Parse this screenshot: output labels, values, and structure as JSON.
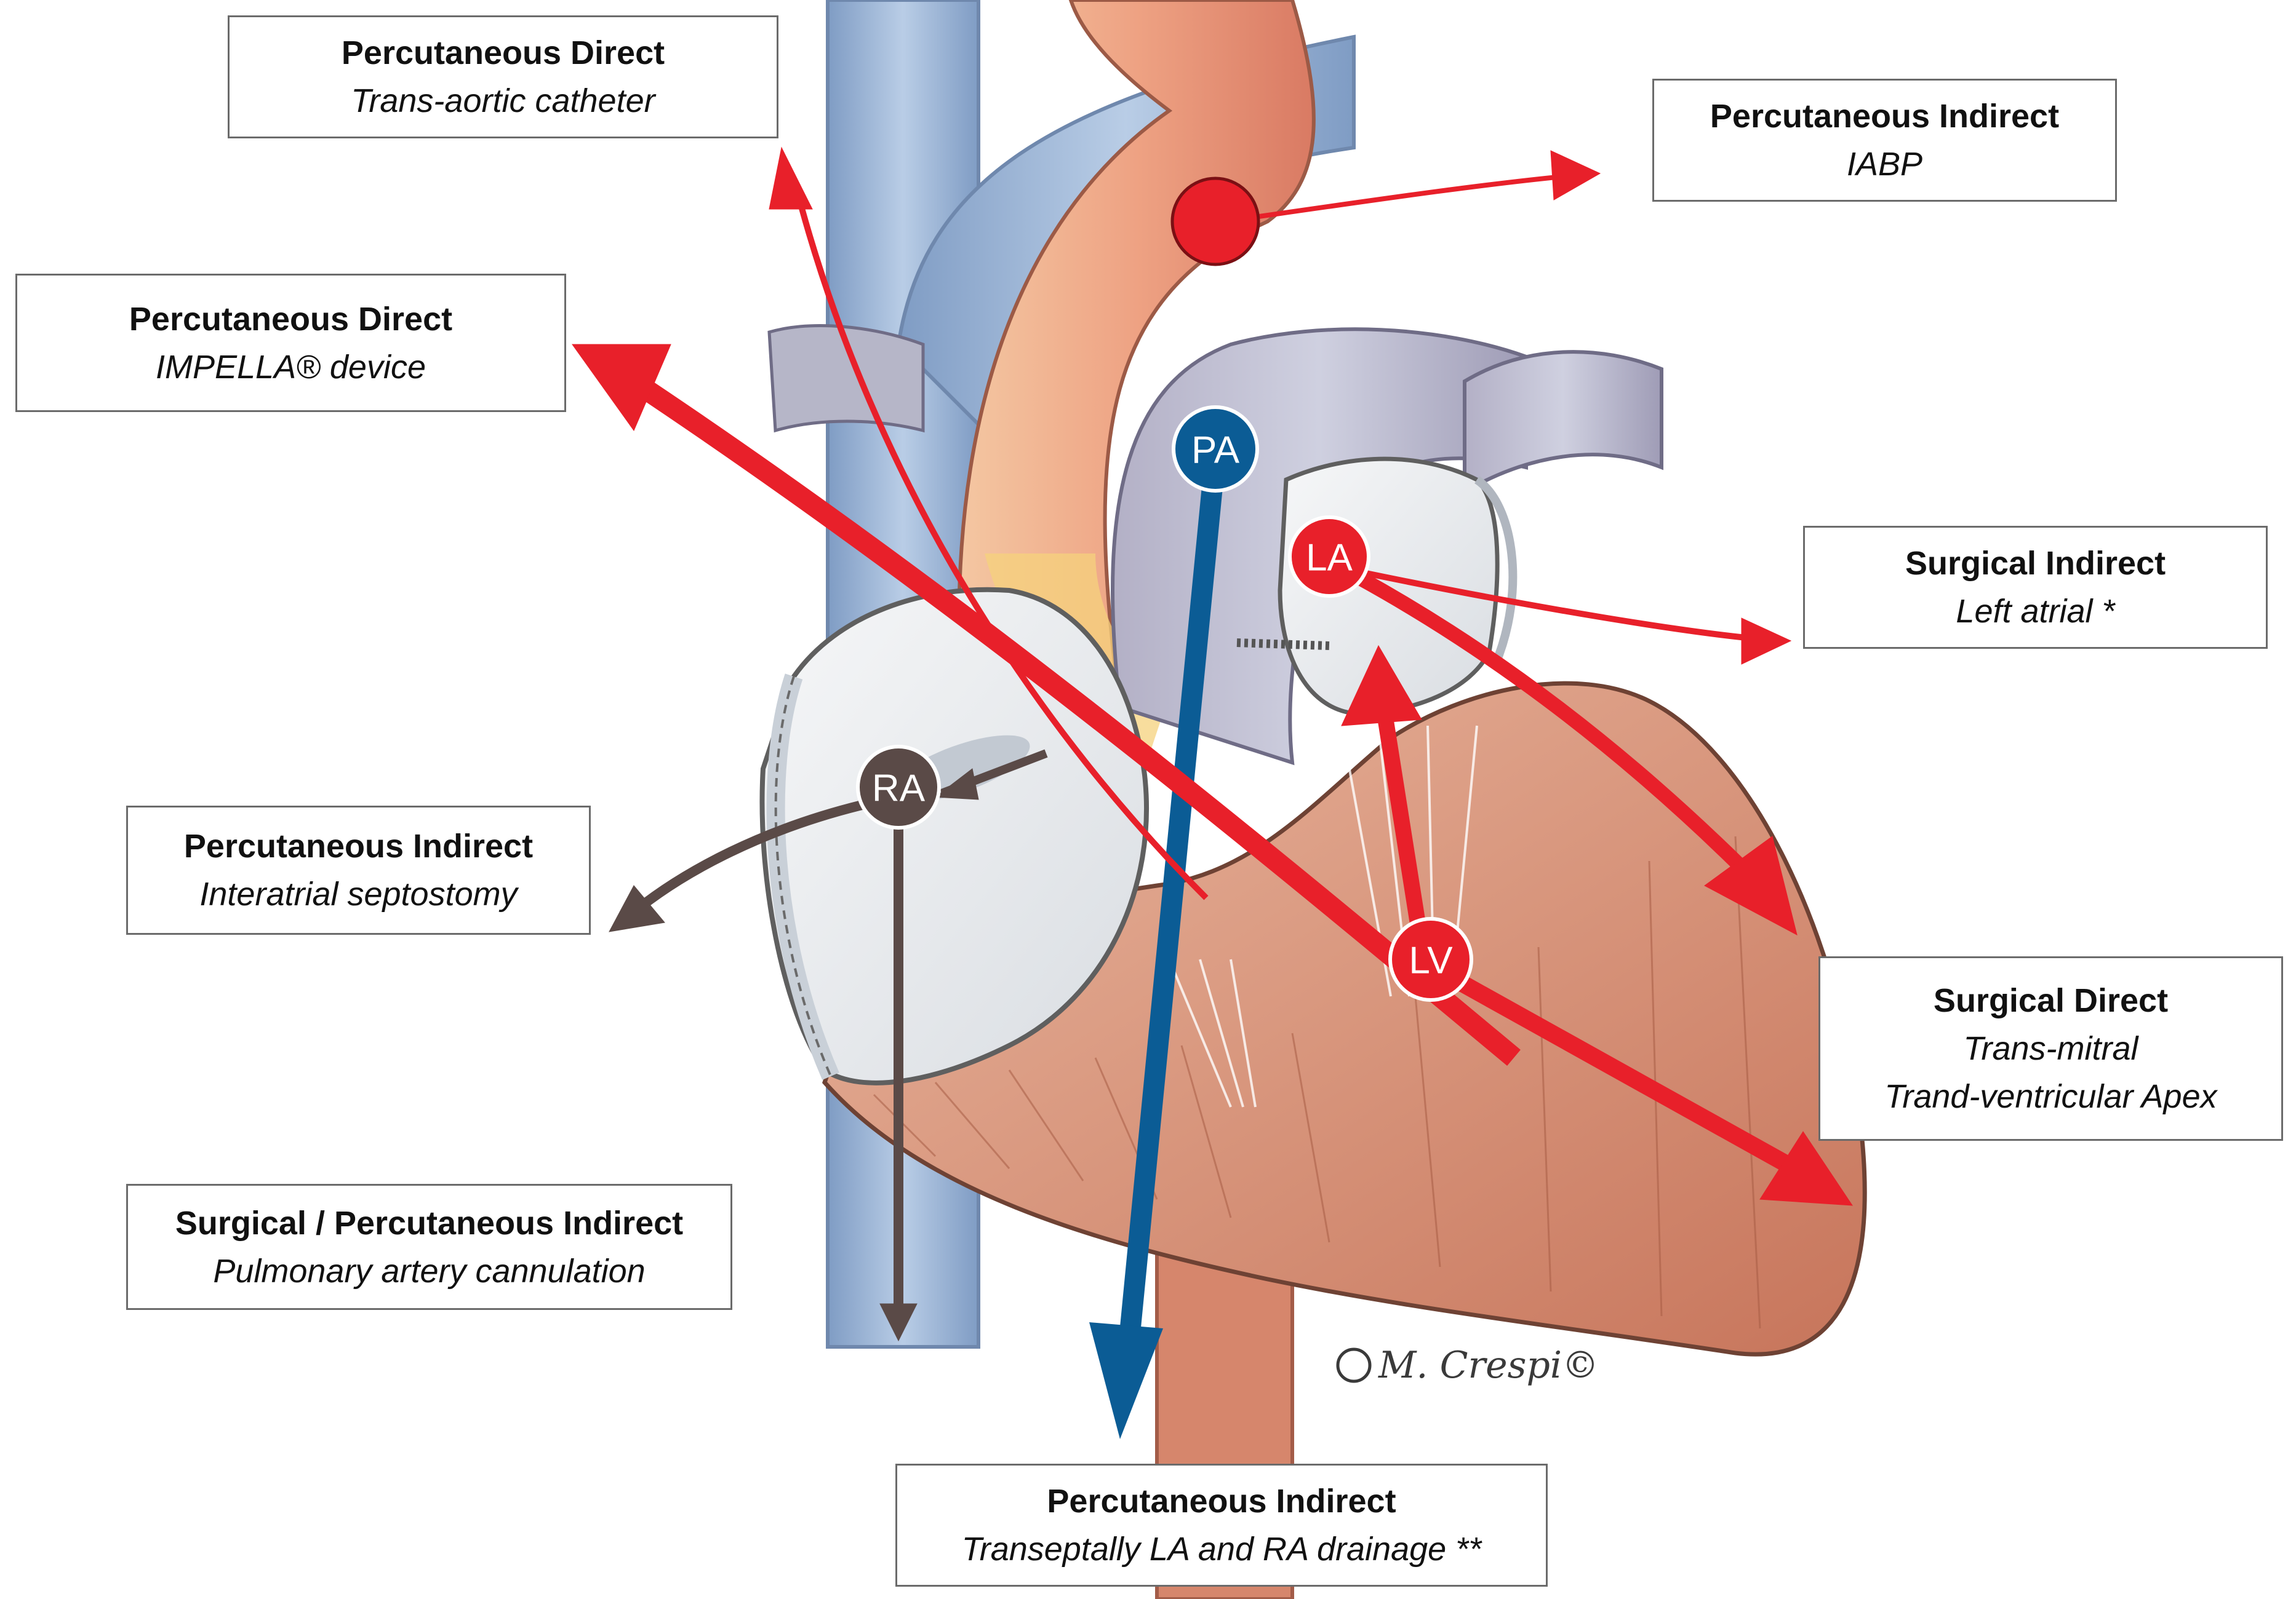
{
  "labels": {
    "trans_aortic": {
      "title": "Percutaneous Direct",
      "subtitle": "Trans-aortic catheter"
    },
    "iabp": {
      "title": "Percutaneous Indirect",
      "subtitle": "IABP"
    },
    "impella": {
      "title": "Percutaneous Direct",
      "subtitle": "IMPELLA® device"
    },
    "left_atrial": {
      "title": "Surgical Indirect",
      "subtitle": "Left atrial *"
    },
    "septostomy": {
      "title": "Percutaneous Indirect",
      "subtitle": "Interatrial septostomy"
    },
    "surgical_direct": {
      "title": "Surgical Direct",
      "subtitle": "Trans-mitral",
      "subtitle2": "Trand-ventricular Apex"
    },
    "pa_cannulation": {
      "title": "Surgical / Percutaneous Indirect",
      "subtitle": "Pulmonary artery cannulation"
    },
    "transeptal": {
      "title": "Percutaneous Indirect",
      "subtitle": "Transeptally LA and RA drainage **"
    }
  },
  "chambers": {
    "pa": "PA",
    "la": "LA",
    "ra": "RA",
    "lv": "LV"
  },
  "signature": "M. Crespi©",
  "colors": {
    "red_arrow": "#e8202a",
    "blue_catheter": "#0b5c95",
    "gray_arrow": "#5a4a47",
    "vein_blue": "#9fb8d6",
    "aorta": "#e8917a",
    "myocardium": "#c77a5e"
  }
}
